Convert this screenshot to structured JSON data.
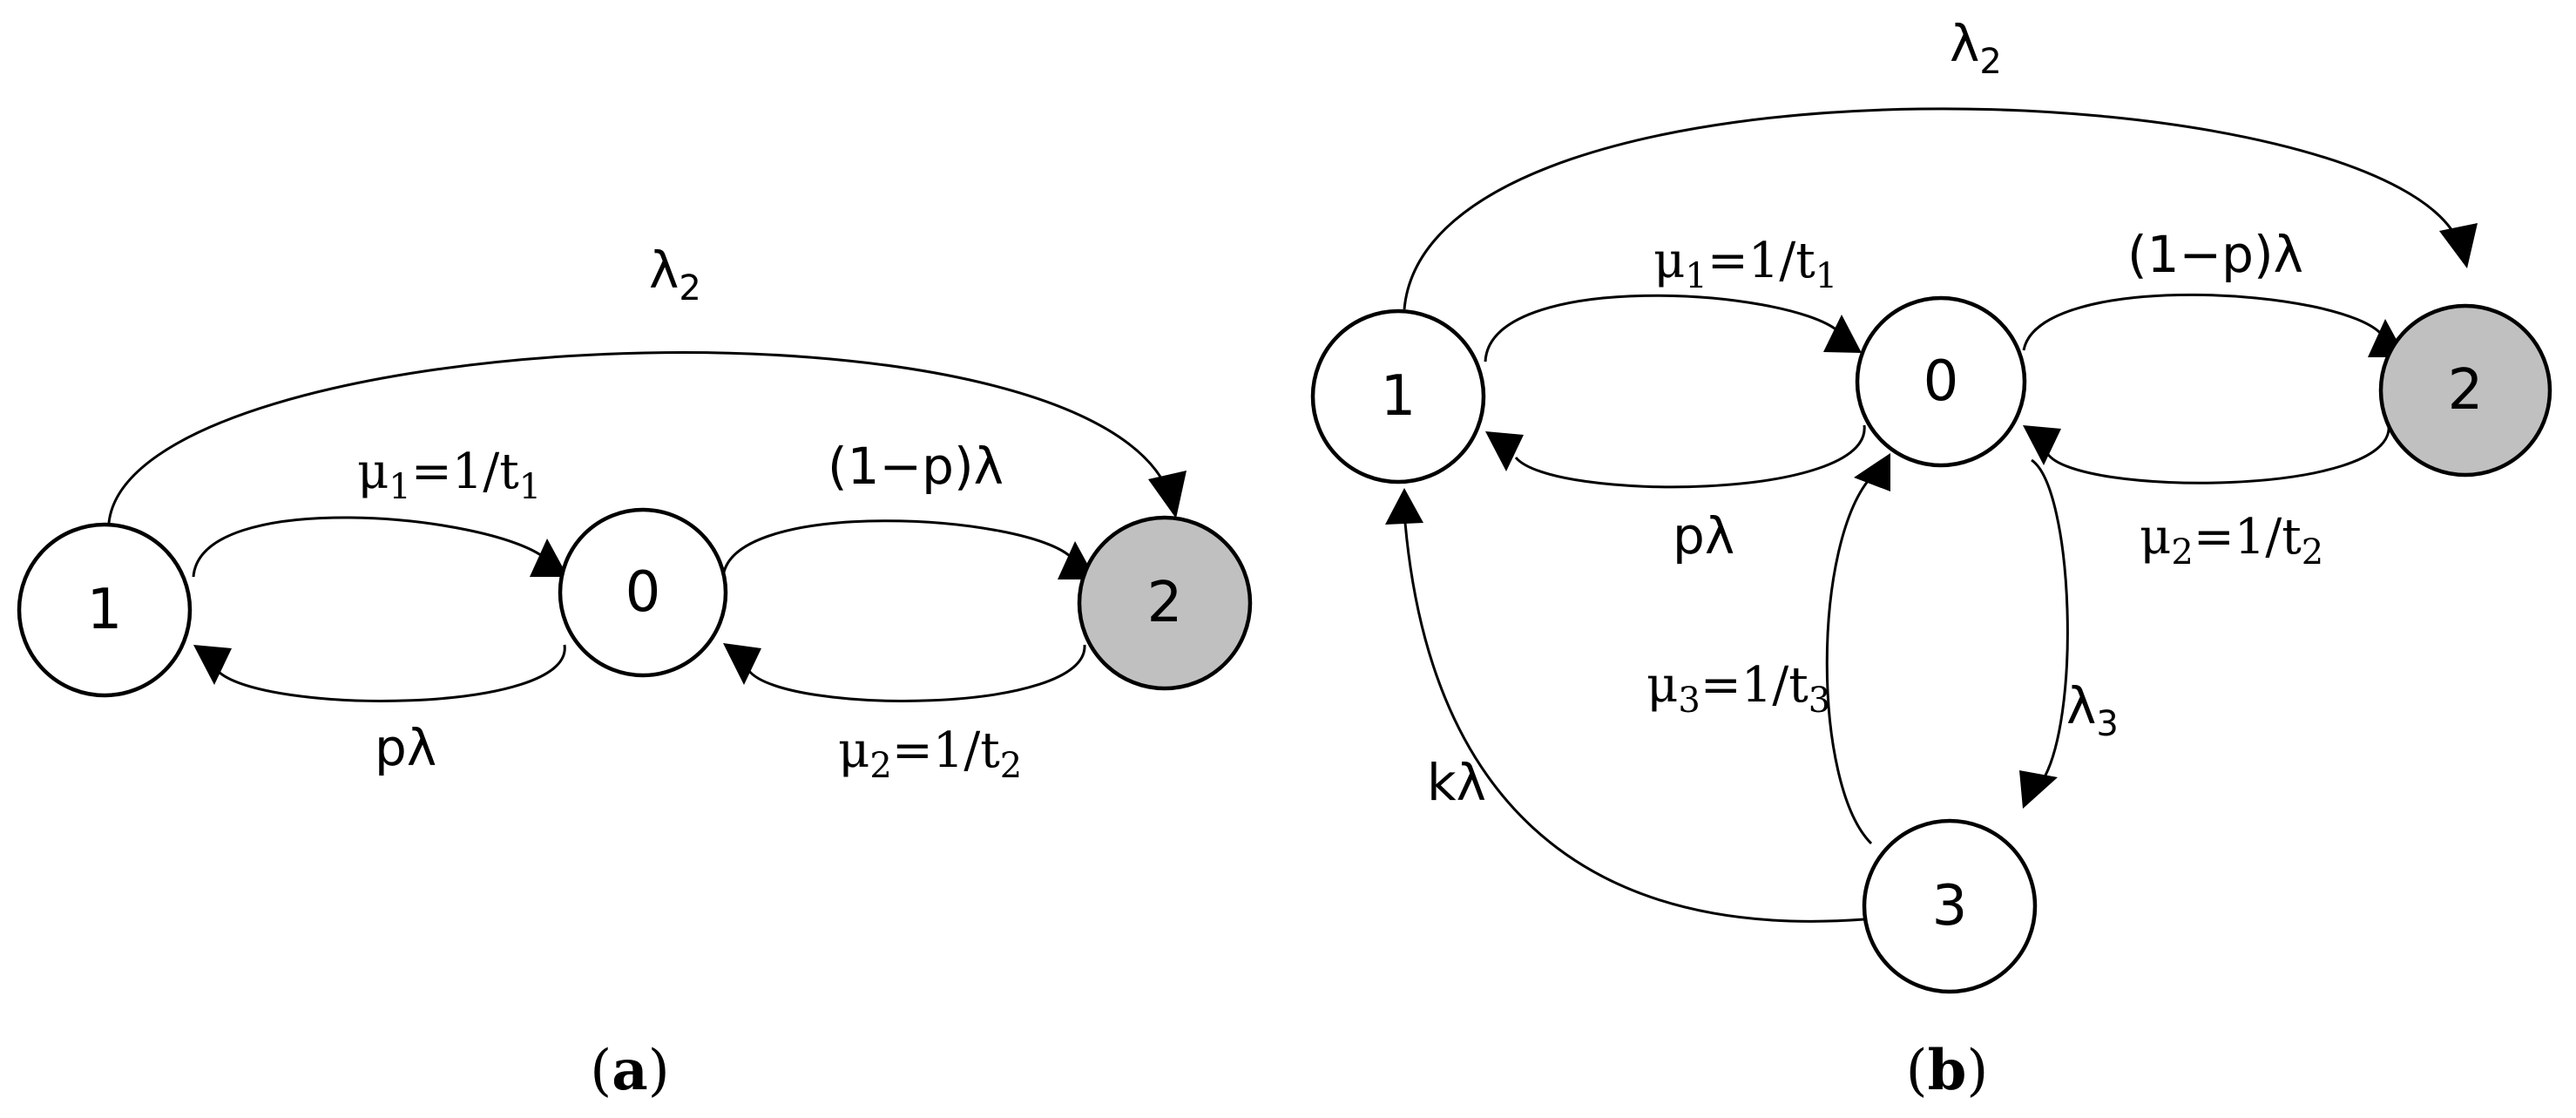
{
  "colors": {
    "node_fill": "#ffffff",
    "absorbing_node_fill": "#c0c0c0",
    "stroke": "#000000"
  },
  "panel_a": {
    "caption": {
      "open": "(",
      "letter": "a",
      "close": ")"
    },
    "nodes": [
      {
        "id": "1",
        "label": "1",
        "absorbing": false
      },
      {
        "id": "0",
        "label": "0",
        "absorbing": false
      },
      {
        "id": "2",
        "label": "2",
        "absorbing": true
      }
    ],
    "edges": [
      {
        "from": "1",
        "to": "2",
        "rate": {
          "main": "λ",
          "sub": "2",
          "rest": ""
        }
      },
      {
        "from": "1",
        "to": "0",
        "rate": {
          "main": "μ",
          "sub": "1",
          "rest": "=1/t",
          "sub2": "1"
        }
      },
      {
        "from": "0",
        "to": "1",
        "rate": {
          "text": "pλ"
        }
      },
      {
        "from": "0",
        "to": "2",
        "rate": {
          "text": "(1−p)λ"
        }
      },
      {
        "from": "2",
        "to": "0",
        "rate": {
          "main": "μ",
          "sub": "2",
          "rest": "=1/t",
          "sub2": "2"
        }
      }
    ]
  },
  "panel_b": {
    "caption": {
      "open": "(",
      "letter": "b",
      "close": ")"
    },
    "nodes": [
      {
        "id": "1",
        "label": "1",
        "absorbing": false
      },
      {
        "id": "0",
        "label": "0",
        "absorbing": false
      },
      {
        "id": "2",
        "label": "2",
        "absorbing": true
      },
      {
        "id": "3",
        "label": "3",
        "absorbing": false
      }
    ],
    "edges": [
      {
        "from": "1",
        "to": "2",
        "rate": {
          "main": "λ",
          "sub": "2",
          "rest": ""
        }
      },
      {
        "from": "1",
        "to": "0",
        "rate": {
          "main": "μ",
          "sub": "1",
          "rest": "=1/t",
          "sub2": "1"
        }
      },
      {
        "from": "0",
        "to": "1",
        "rate": {
          "text": "pλ"
        }
      },
      {
        "from": "0",
        "to": "2",
        "rate": {
          "text": "(1−p)λ"
        }
      },
      {
        "from": "2",
        "to": "0",
        "rate": {
          "main": "μ",
          "sub": "2",
          "rest": "=1/t",
          "sub2": "2"
        }
      },
      {
        "from": "0",
        "to": "3",
        "rate": {
          "main": "λ",
          "sub": "3",
          "rest": ""
        }
      },
      {
        "from": "3",
        "to": "0",
        "rate": {
          "main": "μ",
          "sub": "3",
          "rest": "=1/t",
          "sub2": "3"
        }
      },
      {
        "from": "3",
        "to": "1",
        "rate": {
          "text": "kλ"
        }
      }
    ]
  }
}
